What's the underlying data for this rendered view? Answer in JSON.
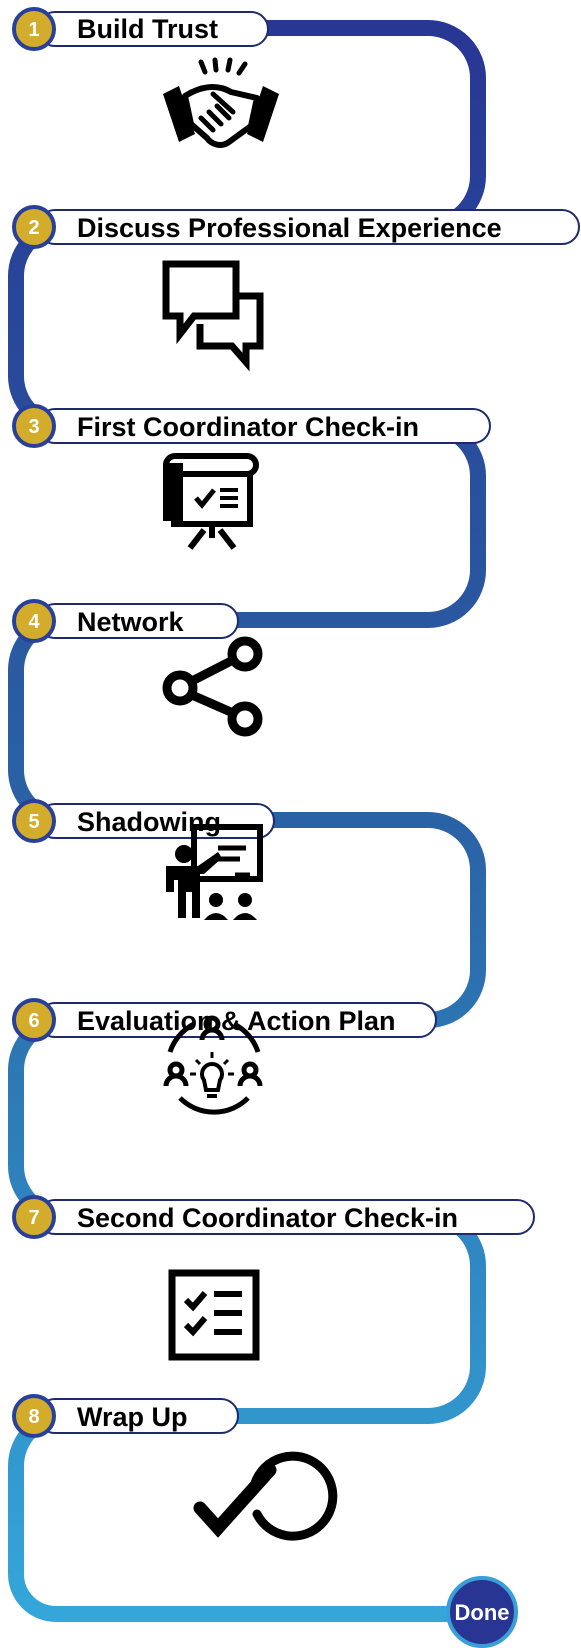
{
  "steps": [
    {
      "number": "1",
      "label": "Build Trust",
      "icon": "handshake-icon"
    },
    {
      "number": "2",
      "label": "Discuss Professional Experience",
      "icon": "chat-bubbles-icon"
    },
    {
      "number": "3",
      "label": "First Coordinator Check-in",
      "icon": "presentation-board-icon"
    },
    {
      "number": "4",
      "label": "Network",
      "icon": "share-nodes-icon"
    },
    {
      "number": "5",
      "label": "Shadowing",
      "icon": "teacher-classroom-icon"
    },
    {
      "number": "6",
      "label": "Evaluation & Action Plan",
      "icon": "team-idea-icon"
    },
    {
      "number": "7",
      "label": "Second Coordinator Check-in",
      "icon": "checklist-icon"
    },
    {
      "number": "8",
      "label": "Wrap Up",
      "icon": "check-circle-icon"
    }
  ],
  "end": {
    "label": "Done"
  },
  "colors": {
    "badge": "#d4ac2b",
    "badge_ring": "#29409a",
    "path_start": "#283593",
    "path_mid": "#2a63a5",
    "path_end": "#35a9dc",
    "done_fill": "#283593",
    "icon": "#000000",
    "pill_border": "#1e2a6e"
  }
}
